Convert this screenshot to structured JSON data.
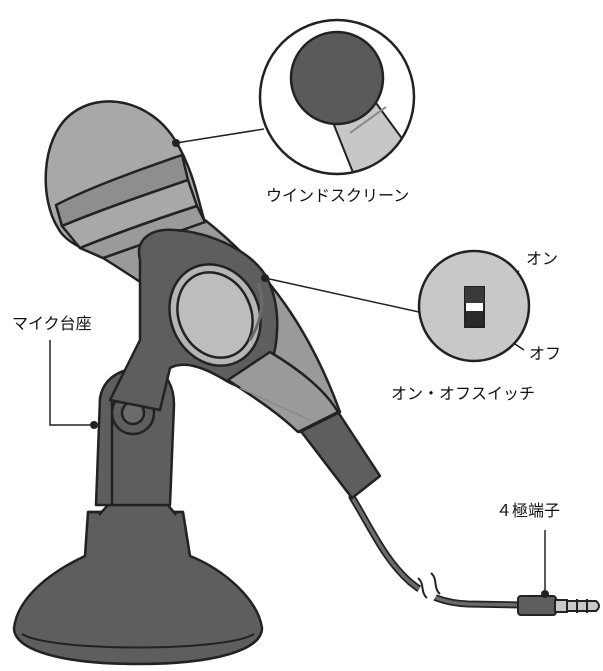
{
  "labels": {
    "windscreen": "ウインドスクリーン",
    "switch_on": "オン",
    "switch_off": "オフ",
    "onoff_switch": "オン・オフスイッチ",
    "mic_stand": "マイク台座",
    "plug": "４極端子"
  },
  "colors": {
    "outline": "#222222",
    "dark_gray": "#5e5e5e",
    "mid_gray": "#7d7d7d",
    "light_gray": "#b0b0b0",
    "pale_gray": "#cfcfcf",
    "background": "#ffffff"
  }
}
